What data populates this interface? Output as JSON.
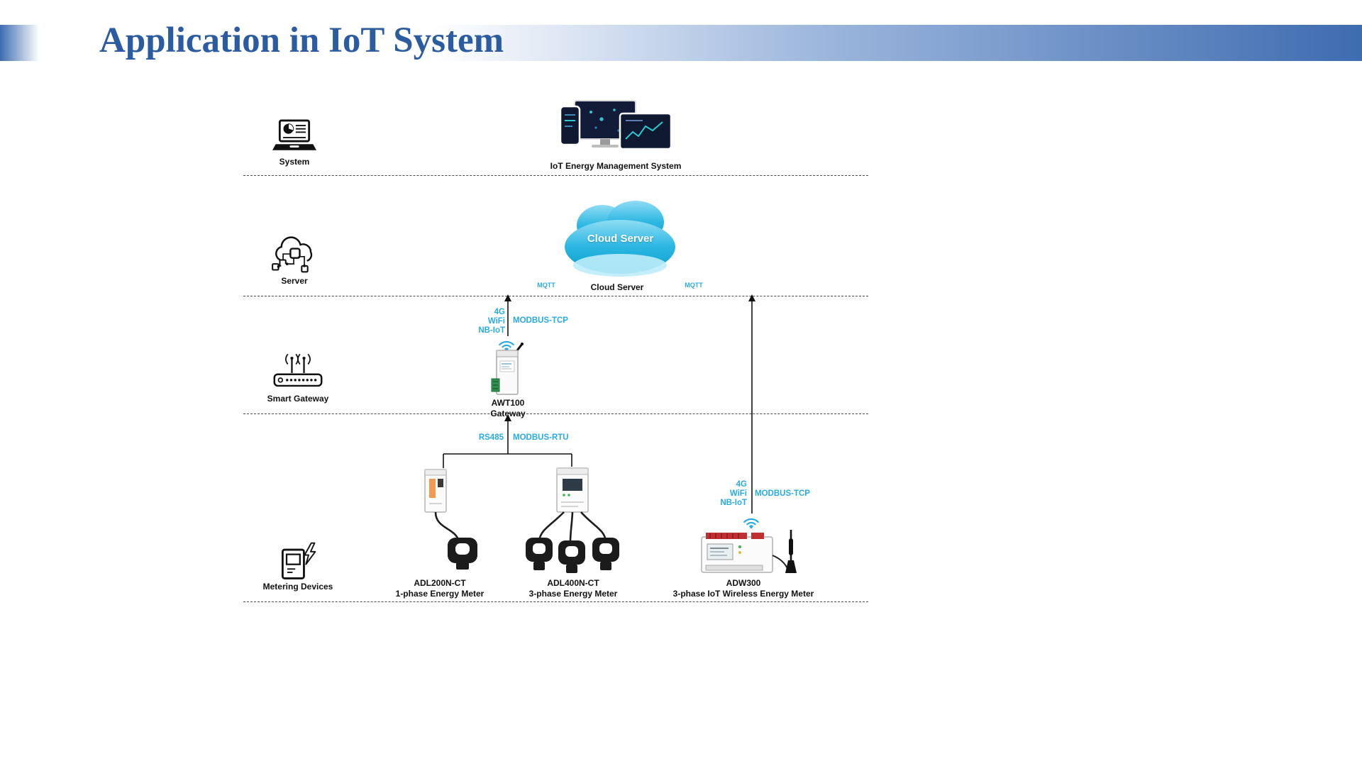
{
  "header": {
    "title": "Application in IoT System"
  },
  "left_rail": {
    "system_label": "System",
    "server_label": "Server",
    "gateway_label": "Smart Gateway",
    "metering_label": "Metering Devices"
  },
  "ems": {
    "label": "IoT Energy Management System"
  },
  "cloud": {
    "banner": "Cloud Server",
    "caption": "Cloud Server"
  },
  "gateway": {
    "name": "AWT100",
    "subtitle": "Gateway"
  },
  "meters": {
    "adl200": {
      "name": "ADL200N-CT",
      "desc": "1-phase Energy Meter"
    },
    "adl400": {
      "name": "ADL400N-CT",
      "desc": "3-phase Energy Meter"
    },
    "adw300": {
      "name": "ADW300",
      "desc": "3-phase IoT Wireless Energy Meter"
    }
  },
  "links": {
    "mqtt_left": {
      "label": "MQTT"
    },
    "mqtt_right": {
      "label": "MQTT"
    },
    "gateway_uplink": {
      "line1": "4G",
      "line2": "WiFi",
      "line3": "NB-IoT",
      "protocol": "MODBUS-TCP"
    },
    "meter_bus": {
      "left": "RS485",
      "right": "MODBUS-RTU"
    },
    "adw_uplink": {
      "line1": "4G",
      "line2": "WiFi",
      "line3": "NB-IoT",
      "protocol": "MODBUS-TCP"
    }
  },
  "colors": {
    "accent_cyan": "#29ABE2",
    "title_blue": "#2B5BA1",
    "header_bar_blue": "#3E6CB0",
    "cloud_cyan": "#18B0DE",
    "label_black": "#111111"
  }
}
